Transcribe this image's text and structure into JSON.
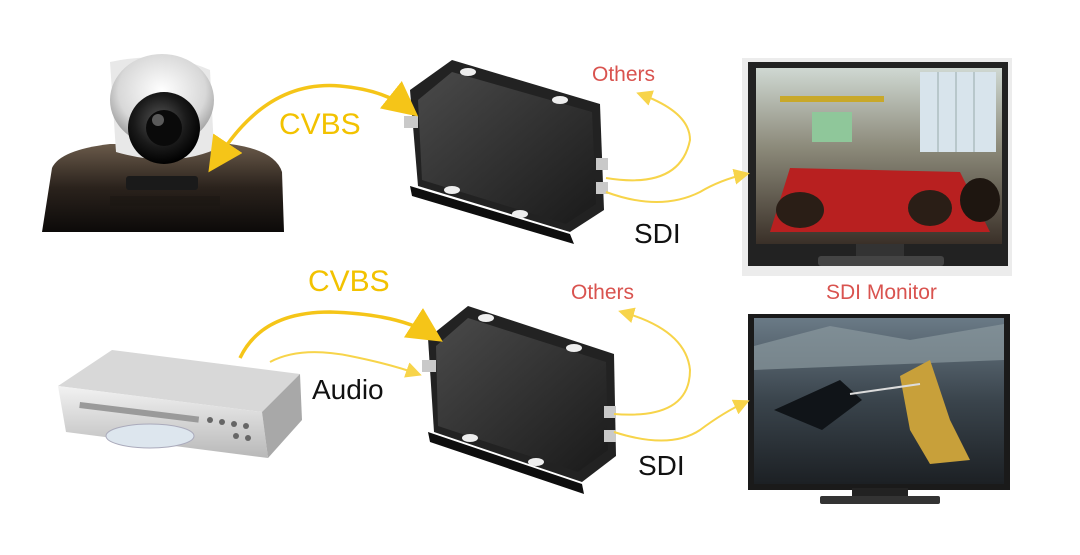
{
  "labels": {
    "top_input": "CVBS",
    "top_others": "Others",
    "top_output": "SDI",
    "bottom_input": "CVBS",
    "bottom_audio": "Audio",
    "bottom_others": "Others",
    "bottom_output": "SDI",
    "monitor_caption": "SDI Monitor"
  },
  "colors": {
    "signal_arrow": "#f5c518",
    "others_text": "#d9534f",
    "device_body": "#2b2b2b"
  },
  "icons": [
    "ptz-camera",
    "converter-box",
    "conference-monitor",
    "dvd-player",
    "movie-monitor"
  ]
}
